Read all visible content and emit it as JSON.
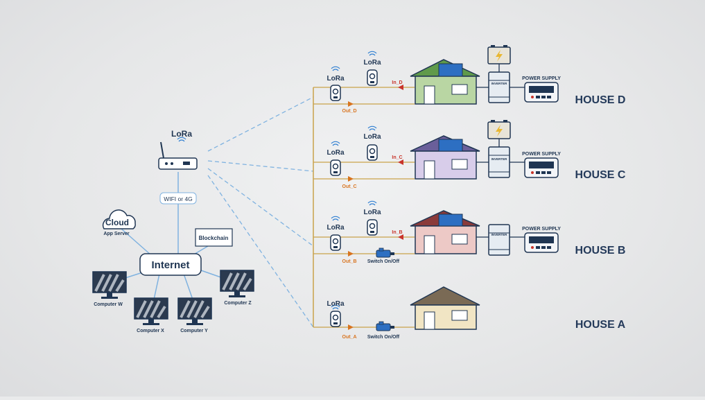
{
  "network": {
    "router_label": "LoRa",
    "link_label": "WIFI or 4G",
    "internet_label": "Internet",
    "cloud_label": "Cloud",
    "cloud_sub": "App Server",
    "blockchain_label": "Blockchain",
    "computers": [
      "Computer W",
      "Computer X",
      "Computer Y",
      "Computer Z"
    ]
  },
  "houses": [
    {
      "name": "HOUSE D",
      "lora_main": "LoRa",
      "lora_in": "LoRa",
      "in_label": "In_D",
      "out_label": "Out_D",
      "inverter": "INVERTER",
      "power_supply": "POWER SUPPLY",
      "roof_color": "#5f9a4a",
      "wall_color": "#b9d6a3"
    },
    {
      "name": "HOUSE C",
      "lora_main": "LoRa",
      "lora_in": "LoRa",
      "in_label": "In_C",
      "out_label": "Out_C",
      "inverter": "INVERTER",
      "power_supply": "POWER SUPPLY",
      "roof_color": "#6a5f9a",
      "wall_color": "#d8cdea"
    },
    {
      "name": "HOUSE B",
      "lora_main": "LoRa",
      "lora_in": "LoRa",
      "in_label": "In_B",
      "out_label": "Out_B",
      "inverter": "INVERTER",
      "power_supply": "POWER SUPPLY",
      "switch_label": "Switch On/Off",
      "roof_color": "#8a3a3a",
      "wall_color": "#edc9c6"
    },
    {
      "name": "HOUSE A",
      "lora_main": "LoRa",
      "out_label": "Out_A",
      "switch_label": "Switch On/Off",
      "roof_color": "#7a6a55",
      "wall_color": "#f1e5c4"
    }
  ]
}
